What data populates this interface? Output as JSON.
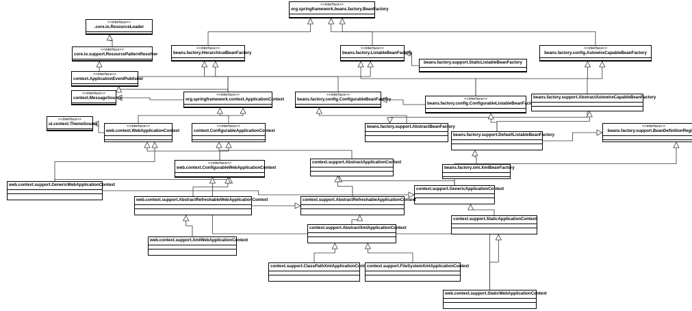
{
  "stereotype": "<<interface>>",
  "classes": {
    "bean_factory": {
      "name": "org.springframework.beans.factory.BeanFactory",
      "interface": true
    },
    "resource_loader": {
      "name": ".core.io.ResourceLoader",
      "interface": true
    },
    "resource_pattern_resolver": {
      "name": "core.io.support.ResourcePatternResolver",
      "interface": true
    },
    "hierarchical_bean_factory": {
      "name": "beans.factory.HierarchicalBeanFactory",
      "interface": true
    },
    "listable_bean_factory": {
      "name": "beans.factory.ListableBeanFactory",
      "interface": true
    },
    "autowire_capable_bean_factory": {
      "name": "beans.factory.config.AutowireCapableBeanFactory",
      "interface": true
    },
    "static_listable_bean_factory": {
      "name": "beans.factory.support.StaticListableBeanFactory",
      "interface": false
    },
    "application_event_publisher": {
      "name": "context.ApplicationEventPublisher",
      "interface": true
    },
    "message_source": {
      "name": "context.MessageSource",
      "interface": true
    },
    "application_context": {
      "name": "org.springframework.context.ApplicationContext",
      "interface": true
    },
    "configurable_bean_factory": {
      "name": "beans.factory.config.ConfigurableBeanFactory",
      "interface": true
    },
    "configurable_listable_bean_factory": {
      "name": "beans.factory.config.ConfigurableListableBeanFactory",
      "interface": true
    },
    "abstract_autowire_capable_bean_factory": {
      "name": "beans.factory.support.AbstractAutowireCapableBeanFactory",
      "interface": false
    },
    "theme_source": {
      "name": "ui.context.ThemeSource",
      "interface": true
    },
    "web_application_context": {
      "name": "web.context.WebApplicationContext",
      "interface": true
    },
    "configurable_application_context": {
      "name": "context.ConfigurableApplicationContext",
      "interface": true
    },
    "abstract_bean_factory": {
      "name": "beans.factory.support.AbstractBeanFactory",
      "interface": false
    },
    "default_listable_bean_factory": {
      "name": "beans.factory.support.DefaultListableBeanFactory",
      "interface": false
    },
    "bean_definition_registry": {
      "name": "beans.factory.support.BeanDefinitionRegistry",
      "interface": true
    },
    "configurable_web_application_context": {
      "name": "web.context.ConfigurableWebApplicationContext",
      "interface": true
    },
    "abstract_application_context": {
      "name": "context.support.AbstractApplicationContext",
      "interface": false
    },
    "xml_bean_factory": {
      "name": "beans.factory.xml.XmlBeanFactory",
      "interface": false
    },
    "generic_web_application_context": {
      "name": "web.context.support.GenericWebApplicationContext",
      "interface": false
    },
    "generic_application_context": {
      "name": "context.support.GenericApplicationContext",
      "interface": false
    },
    "abstract_refreshable_web_application_context": {
      "name": "web.context.support.AbstractRefreshableWebApplicationContext",
      "interface": false
    },
    "abstract_refreshable_application_context": {
      "name": "context.support.AbstractRefreshableApplicationContext",
      "interface": false
    },
    "static_application_context": {
      "name": "context.support.StaticApplicationContext",
      "interface": false
    },
    "abstract_xml_application_context": {
      "name": "context.support.AbstractXmlApplicationContext",
      "interface": false
    },
    "xml_web_application_context": {
      "name": "web.context.support.XmlWebApplicationContext",
      "interface": false
    },
    "class_path_xml_application_context": {
      "name": "context.support.ClassPathXmlApplicationContext",
      "interface": false
    },
    "file_system_xml_application_context": {
      "name": "context.support.FileSystemXmlApplicationContext",
      "interface": false
    },
    "static_web_application_context": {
      "name": "web.context.support.StaticWebApplicationContext",
      "interface": false
    }
  },
  "relations": [
    {
      "from": "hierarchical_bean_factory",
      "to": "bean_factory"
    },
    {
      "from": "listable_bean_factory",
      "to": "bean_factory"
    },
    {
      "from": "autowire_capable_bean_factory",
      "to": "bean_factory"
    },
    {
      "from": "resource_pattern_resolver",
      "to": "resource_loader"
    },
    {
      "from": "static_listable_bean_factory",
      "to": "listable_bean_factory"
    },
    {
      "from": "application_context",
      "to": "hierarchical_bean_factory"
    },
    {
      "from": "application_context",
      "to": "listable_bean_factory"
    },
    {
      "from": "application_context",
      "to": "resource_pattern_resolver"
    },
    {
      "from": "application_context",
      "to": "application_event_publisher"
    },
    {
      "from": "application_context",
      "to": "message_source"
    },
    {
      "from": "configurable_bean_factory",
      "to": "hierarchical_bean_factory"
    },
    {
      "from": "configurable_listable_bean_factory",
      "to": "listable_bean_factory"
    },
    {
      "from": "configurable_listable_bean_factory",
      "to": "configurable_bean_factory"
    },
    {
      "from": "configurable_listable_bean_factory",
      "to": "autowire_capable_bean_factory"
    },
    {
      "from": "abstract_autowire_capable_bean_factory",
      "to": "autowire_capable_bean_factory"
    },
    {
      "from": "abstract_autowire_capable_bean_factory",
      "to": "abstract_bean_factory"
    },
    {
      "from": "web_application_context",
      "to": "application_context"
    },
    {
      "from": "web_application_context",
      "to": "theme_source"
    },
    {
      "from": "configurable_application_context",
      "to": "application_context"
    },
    {
      "from": "abstract_bean_factory",
      "to": "configurable_bean_factory"
    },
    {
      "from": "default_listable_bean_factory",
      "to": "configurable_listable_bean_factory"
    },
    {
      "from": "default_listable_bean_factory",
      "to": "abstract_autowire_capable_bean_factory"
    },
    {
      "from": "default_listable_bean_factory",
      "to": "bean_definition_registry"
    },
    {
      "from": "xml_bean_factory",
      "to": "default_listable_bean_factory"
    },
    {
      "from": "configurable_web_application_context",
      "to": "web_application_context"
    },
    {
      "from": "configurable_web_application_context",
      "to": "configurable_application_context"
    },
    {
      "from": "abstract_application_context",
      "to": "configurable_application_context"
    },
    {
      "from": "generic_web_application_context",
      "to": "web_application_context"
    },
    {
      "from": "generic_web_application_context",
      "to": "configurable_web_application_context"
    },
    {
      "from": "generic_web_application_context",
      "to": "generic_application_context"
    },
    {
      "from": "generic_application_context",
      "to": "abstract_application_context"
    },
    {
      "from": "generic_application_context",
      "to": "bean_definition_registry"
    },
    {
      "from": "abstract_refreshable_web_application_context",
      "to": "configurable_web_application_context"
    },
    {
      "from": "abstract_refreshable_web_application_context",
      "to": "abstract_refreshable_application_context"
    },
    {
      "from": "abstract_refreshable_application_context",
      "to": "abstract_application_context"
    },
    {
      "from": "static_application_context",
      "to": "generic_application_context"
    },
    {
      "from": "abstract_xml_application_context",
      "to": "abstract_refreshable_application_context"
    },
    {
      "from": "xml_web_application_context",
      "to": "abstract_refreshable_web_application_context"
    },
    {
      "from": "class_path_xml_application_context",
      "to": "abstract_xml_application_context"
    },
    {
      "from": "file_system_xml_application_context",
      "to": "abstract_xml_application_context"
    },
    {
      "from": "static_web_application_context",
      "to": "static_application_context"
    },
    {
      "from": "static_web_application_context",
      "to": "configurable_web_application_context"
    }
  ]
}
